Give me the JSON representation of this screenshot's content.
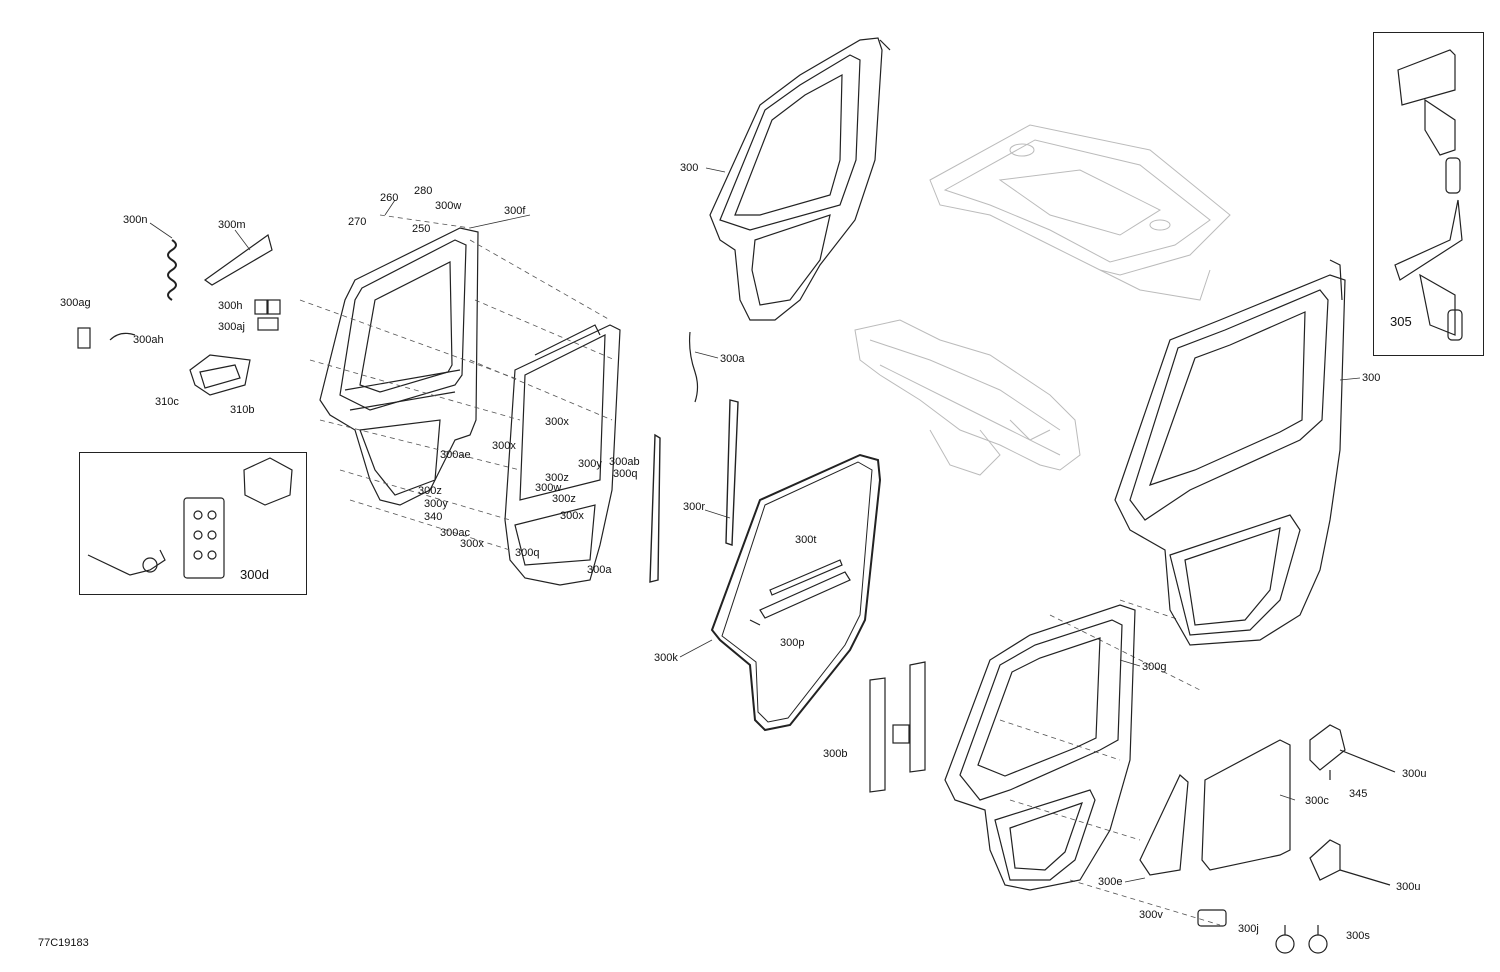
{
  "diagram_code": "77C19183",
  "inset_labels": {
    "latch_assembly": "300d",
    "hinges": "305"
  },
  "labels": {
    "l300n": "300n",
    "l300m": "300m",
    "l260": "260",
    "l280": "280",
    "l270": "270",
    "l300w_top": "300w",
    "l250": "250",
    "l300f": "300f",
    "l300ag": "300ag",
    "l300h": "300h",
    "l300aj": "300aj",
    "l300ah": "300ah",
    "l310c": "310c",
    "l310b": "310b",
    "l300_top": "300",
    "l300a_top": "300a",
    "l300x_1": "300x",
    "l300x_2": "300x",
    "l300ae": "300ae",
    "l300y_1": "300y",
    "l300ab": "300ab",
    "l300z_1": "300z",
    "l300q_1": "300q",
    "l300w_2": "300w",
    "l300z_2": "300z",
    "l300z_3": "300z",
    "l300y_2": "300y",
    "l340": "340",
    "l300x_3": "300x",
    "l300ac": "300ac",
    "l300x_4": "300x",
    "l300q_2": "300q",
    "l300a_2": "300a",
    "l300r": "300r",
    "l300t": "300t",
    "l300p": "300p",
    "l300k": "300k",
    "l300_right": "300",
    "l300g": "300g",
    "l300b": "300b",
    "l300u_1": "300u",
    "l345": "345",
    "l300c": "300c",
    "l300u_2": "300u",
    "l300e": "300e",
    "l300v": "300v",
    "l300j": "300j",
    "l300s": "300s"
  }
}
